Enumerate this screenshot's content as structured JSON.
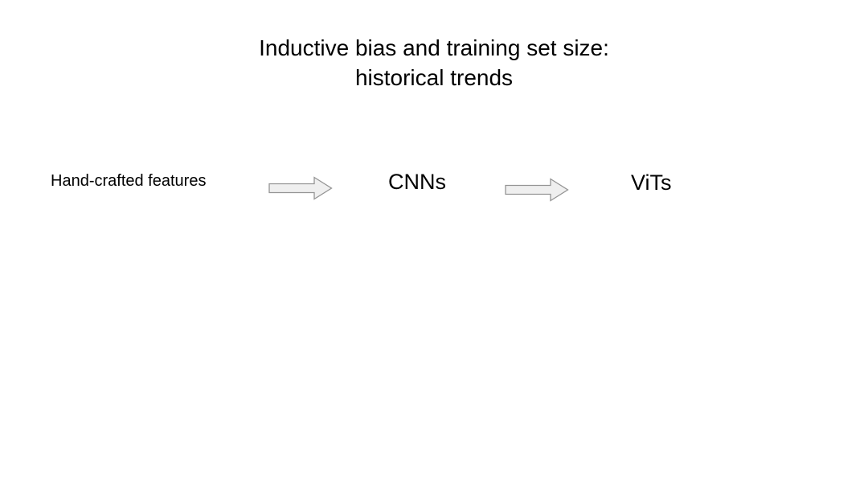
{
  "slide": {
    "title": {
      "line1": "Inductive bias and training set size:",
      "line2": "historical trends"
    },
    "flow": {
      "items": [
        {
          "label": "Hand-crafted features"
        },
        {
          "label": "CNNs"
        },
        {
          "label": "ViTs"
        }
      ],
      "arrow_icon": "right-block-arrow",
      "arrow_fill": "#efefef",
      "arrow_stroke": "#949494"
    },
    "colors": {
      "background": "#ffffff",
      "text": "#000000"
    }
  }
}
